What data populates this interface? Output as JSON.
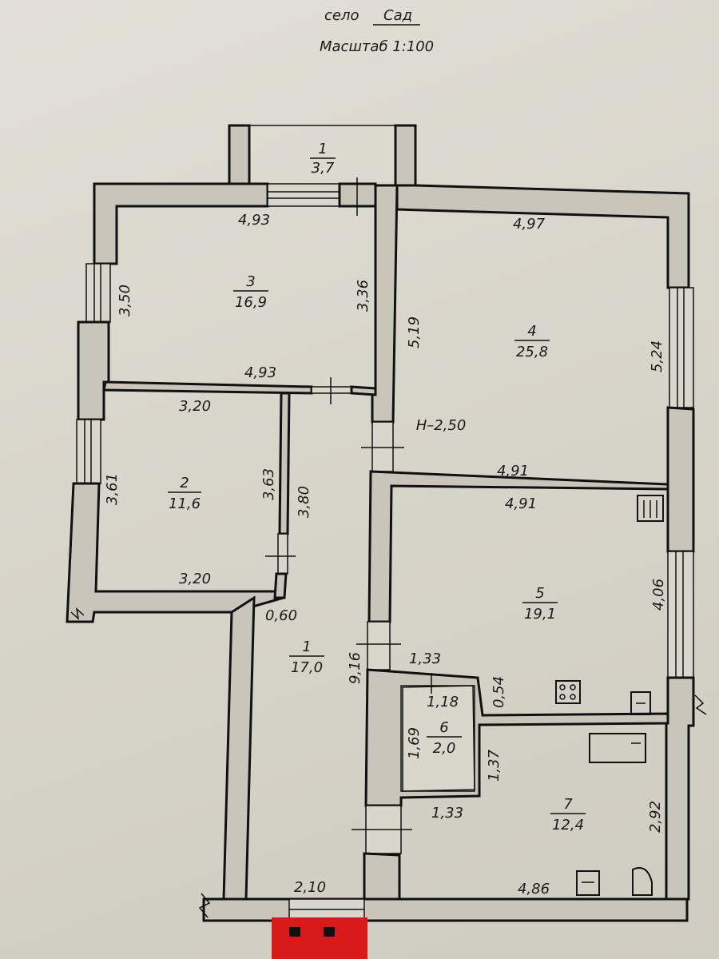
{
  "header": {
    "village_prefix": "село",
    "village_name": "Сад",
    "scale": "Масштаб 1:100"
  },
  "rooms": [
    {
      "number": "1",
      "area": "3,7"
    },
    {
      "number": "3",
      "area": "16,9"
    },
    {
      "number": "4",
      "area": "25,8"
    },
    {
      "number": "2",
      "area": "11,6"
    },
    {
      "number": "5",
      "area": "19,1"
    },
    {
      "number": "1",
      "area": "17,0"
    },
    {
      "number": "6",
      "area": "2,0"
    },
    {
      "number": "7",
      "area": "12,4"
    }
  ],
  "dims": {
    "r3_top": "4,93",
    "r3_left": "3,50",
    "r3_right": "3,36",
    "r3_bottom": "4,93",
    "r4_top": "4,97",
    "r4_left": "5,19",
    "r4_right": "5,24",
    "r4_bottom": "4,91",
    "height": "H–2,50",
    "r2_top": "3,20",
    "r2_left": "3,61",
    "r2_right": "3,63",
    "r2_bottom": "3,20",
    "corr_upper": "3,80",
    "corr_gap": "0,60",
    "corr_length": "9,16",
    "corr_bottom": "2,10",
    "r5_top": "4,91",
    "r5_right": "4,06",
    "r5_inner": "1,33",
    "r5_step": "0,54",
    "r6_top": "1,18",
    "r6_left": "1,69",
    "r7_step": "1,37",
    "r7_left": "1,33",
    "r7_right": "2,92",
    "r7_bottom": "4,86"
  }
}
